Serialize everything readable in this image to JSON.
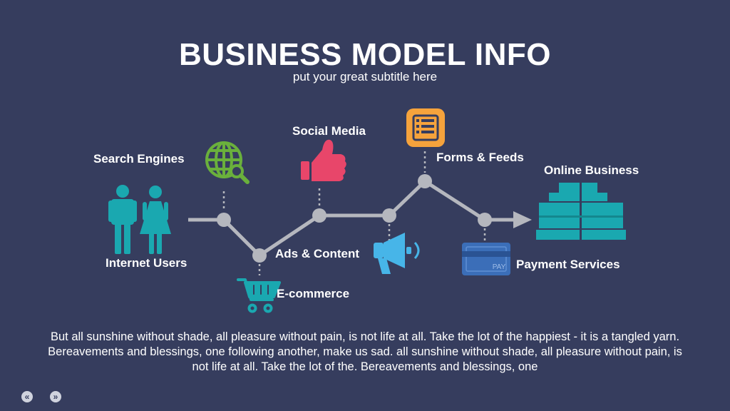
{
  "title": "BUSINESS MODEL INFO",
  "subtitle": "put your great subtitle here",
  "labels": {
    "internet_users": "Internet Users",
    "search_engines": "Search Engines",
    "ecommerce": "E-commerce",
    "social_media": "Social Media",
    "ads_content": "Ads & Content",
    "forms_feeds": "Forms & Feeds",
    "payment_services": "Payment Services",
    "online_business": "Online Business",
    "pay_card_text": "PAY"
  },
  "body": "But all sunshine without shade, all pleasure without pain, is not life at all. Take the lot of the happiest - it is a tangled yarn. Bereavements and blessings, one following another, make us sad. all sunshine without shade, all pleasure without pain, is not life at all. Take the lot of the. Bereavements and blessings, one",
  "nav": {
    "prev": "«",
    "next": "»"
  },
  "icons": [
    "users-icon",
    "globe-search-icon",
    "shopping-cart-icon",
    "thumbs-up-icon",
    "megaphone-icon",
    "list-form-icon",
    "credit-card-icon",
    "building-icon"
  ],
  "colors": {
    "background": "#363d5e",
    "teal": "#1aa8b0",
    "green": "#6ab03c",
    "pink": "#e8466a",
    "light_blue": "#47b5e8",
    "orange": "#f6a33c",
    "card_blue": "#3b6eb8",
    "line_gray": "#b5b7be"
  }
}
